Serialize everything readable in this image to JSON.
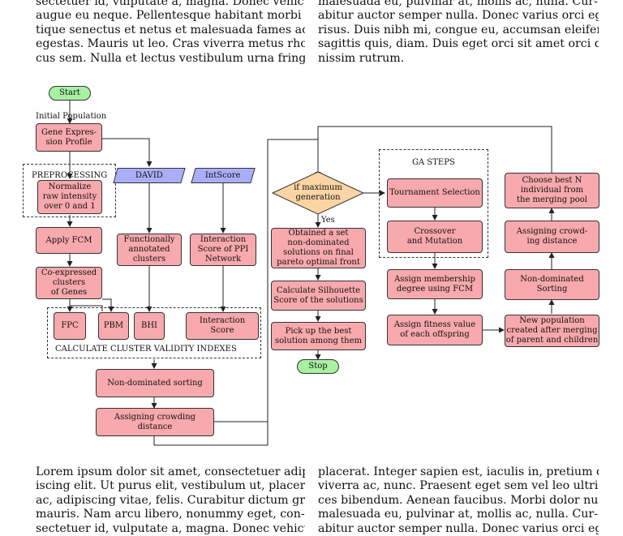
{
  "text": {
    "top_left": [
      "sectetuer id, vulputate a, magna.  Donec vehicula",
      "augue eu neque.  Pellentesque habitant morbi tris-",
      "tique senectus et netus et malesuada fames ac turpis",
      "egestas.  Mauris ut leo.  Cras viverra metus rhon-",
      "cus sem.  Nulla et lectus vestibulum urna fringilla"
    ],
    "top_right": [
      "malesuada eu, pulvinar at, mollis ac, nulla.  Cur-",
      "abitur auctor semper nulla.  Donec varius orci eget",
      "risus.  Duis nibh mi, congue eu, accumsan eleifend,",
      "sagittis quis, diam.  Duis eget orci sit amet orci dig-",
      "nissim rutrum."
    ],
    "bottom_left": [
      "Lorem ipsum dolor sit amet, consectetuer adip-",
      "iscing elit.  Ut purus elit, vestibulum ut, placerat",
      "ac, adipiscing vitae, felis.  Curabitur dictum gravida",
      "mauris.  Nam arcu libero, nonummy eget, con-",
      "sectetuer id, vulputate a, magna.  Donec vehicula"
    ],
    "bottom_right": [
      "placerat.  Integer sapien est, iaculis in, pretium quis,",
      "viverra ac, nunc.  Praesent eget sem vel leo ultri-",
      "ces bibendum.  Aenean faucibus.  Morbi dolor nulla,",
      "malesuada eu, pulvinar at, mollis ac, nulla.  Cur-",
      "abitur auctor semper nulla.  Donec varius orci eget"
    ]
  },
  "flow": {
    "start": "Start",
    "initial_population": "Initial Population",
    "gene_expression": "Gene Expres-\nsion Profile",
    "preprocessing": "PREPROCESSING",
    "normalize": "Normalize\nraw intensity\nover 0 and 1",
    "david": "DAVID",
    "intscore": "IntScore",
    "apply_fcm": "Apply FCM",
    "func_annotated": "Functionally\nannotated\nclusters",
    "interaction_ppi": "Interaction\nScore of PPI\nNetwork",
    "coexpressed": "Co-expressed\nclusters\nof Genes",
    "fpc": "FPC",
    "pbm": "PBM",
    "bhi": "BHI",
    "interaction_score": "Interaction Score",
    "calc_validity": "CALCULATE CLUSTER VALIDITY INDEXES",
    "nondominated_sorting": "Non-dominated sorting",
    "crowding_distance": "Assigning crowding distance",
    "if_max_gen": "if maximum\ngeneration",
    "yes": "Yes",
    "obtained_set": "Obtained a set\nnon-dominated\nsolutions on final\npareto optimal front",
    "silhouette": "Calculate Silhouette\nScore of the solutions",
    "pick_best": "Pick up the best\nsolution among them",
    "stop": "Stop",
    "ga_steps": "GA STEPS",
    "tournament": "Tournament Selection",
    "crossover": "Crossover\nand Mutation",
    "assign_membership": "Assign membership\ndegree using FCM",
    "assign_fitness": "Assign fitness value\nof each offspring",
    "new_population": "New population\ncreated after merging\nof parent and children",
    "nondominated_sort2": "Non-dominated\nSorting",
    "assign_crowding2": "Assigning crowd-\ning distance",
    "choose_best": "Choose best N\nindividual from\nthe merging pool"
  },
  "colors": {
    "process_fill": "#f8a9ad",
    "terminal_fill": "#a8f0a2",
    "data_fill": "#aaaef6",
    "decision_fill": "#fcd5a4"
  }
}
